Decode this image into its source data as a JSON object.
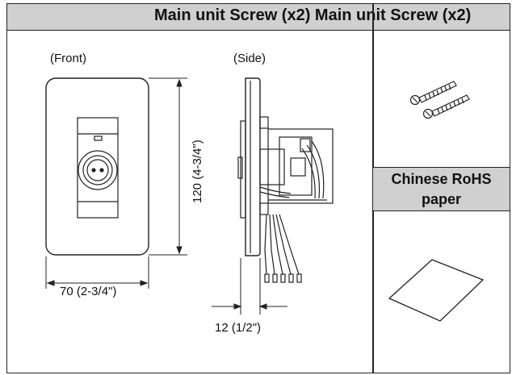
{
  "header": {
    "title": "Main unit Screw (x2) Main unit Screw (x2)"
  },
  "views": {
    "front_label": "(Front)",
    "side_label": "(Side)"
  },
  "dimensions": {
    "height": "120 (4-3/4\")",
    "width": "70 (2-3/4\")",
    "depth": "12 (1/2\")"
  },
  "accessories": {
    "rohs_line1": "Chinese RoHS",
    "rohs_line2": "paper"
  }
}
